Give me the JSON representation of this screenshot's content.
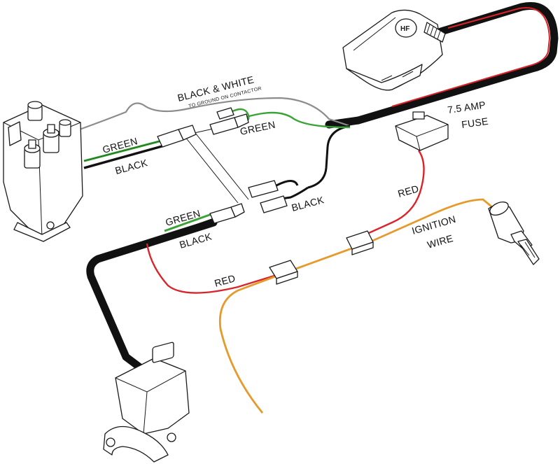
{
  "labels": {
    "black_white": "BLACK & WHITE",
    "black_white_sub": "TO GROUND ON CONTACTOR",
    "green_contactor": "GREEN",
    "black_contactor": "BLACK",
    "green_mid": "GREEN",
    "black_mid": "BLACK",
    "green_lower": "GREEN",
    "black_lower": "BLACK",
    "fuse_line1": "7.5 AMP",
    "fuse_line2": "FUSE",
    "red_upper": "RED",
    "red_lower": "RED",
    "ignition_line1": "IGNITION",
    "ignition_line2": "WIRE"
  },
  "colors": {
    "black_wire": "#111111",
    "green_wire": "#3aa336",
    "red_wire": "#d9242b",
    "orange_wire": "#e59a2c",
    "gray_wire": "#8c8c8c"
  },
  "components": {
    "contactor": "contactor-solenoid",
    "control_module": "control-module",
    "fuse": "inline-fuse-holder",
    "key_switch": "ignition-key-switch",
    "handlebar_switch": "handlebar-switch"
  }
}
